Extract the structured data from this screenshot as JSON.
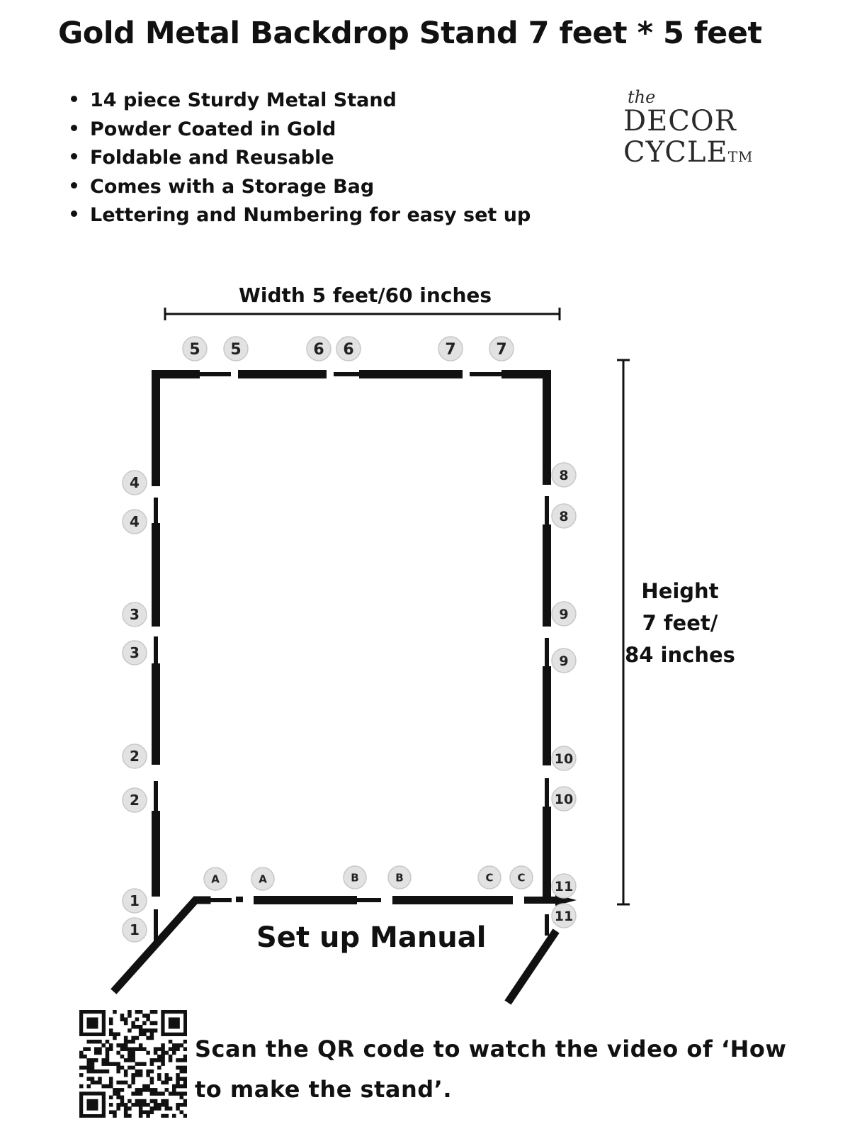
{
  "title": "Gold Metal Backdrop Stand 7 feet * 5 feet",
  "features": [
    "14 piece Sturdy Metal Stand",
    "Powder Coated in Gold",
    "Foldable and Reusable",
    "Comes with a Storage Bag",
    "Lettering and Numbering for easy set up"
  ],
  "brand": {
    "prefix": "the",
    "line1": "DECOR",
    "line2": "CYCLE",
    "trademark": "TM"
  },
  "diagram": {
    "width_label": "Width 5 feet/60 inches",
    "height_label": [
      "Height",
      "7  feet/",
      "84 inches"
    ],
    "setup_label": "Set up Manual",
    "top_joints": [
      "5",
      "5",
      "6",
      "6",
      "7",
      "7"
    ],
    "left_joints": [
      "4",
      "4",
      "3",
      "3",
      "2",
      "2",
      "1",
      "1"
    ],
    "right_joints": [
      "8",
      "8",
      "9",
      "9",
      "10",
      "10",
      "11",
      "11"
    ],
    "bottom_joints": [
      "A",
      "A",
      "B",
      "B",
      "C",
      "C"
    ]
  },
  "qr": {
    "text_line1": "Scan the QR code to watch the video of ‘How",
    "text_line2": "to make the stand’."
  },
  "colors": {
    "frame": "#111111",
    "badge_fill": "#e2e2e2",
    "badge_stroke": "#c8c8c8"
  }
}
